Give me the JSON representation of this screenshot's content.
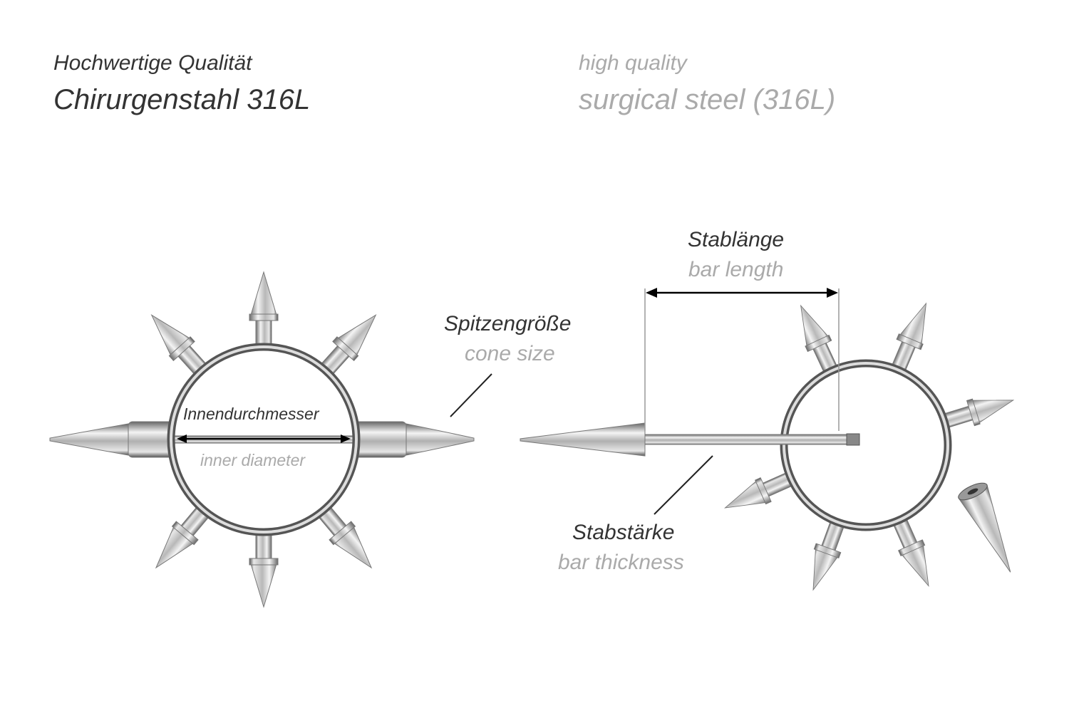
{
  "header": {
    "de_line1": "Hochwertige Qualität",
    "de_line2": "Chirurgenstahl 316L",
    "en_line1": "high quality",
    "en_line2": "surgical steel (316L)"
  },
  "labels": {
    "inner_diameter_de": "Innendurchmesser",
    "inner_diameter_en": "inner diameter",
    "cone_size_de": "Spitzengröße",
    "cone_size_en": "cone size",
    "bar_length_de": "Stablänge",
    "bar_length_en": "bar length",
    "bar_thickness_de": "Stabstärke",
    "bar_thickness_en": "bar thickness"
  }
}
